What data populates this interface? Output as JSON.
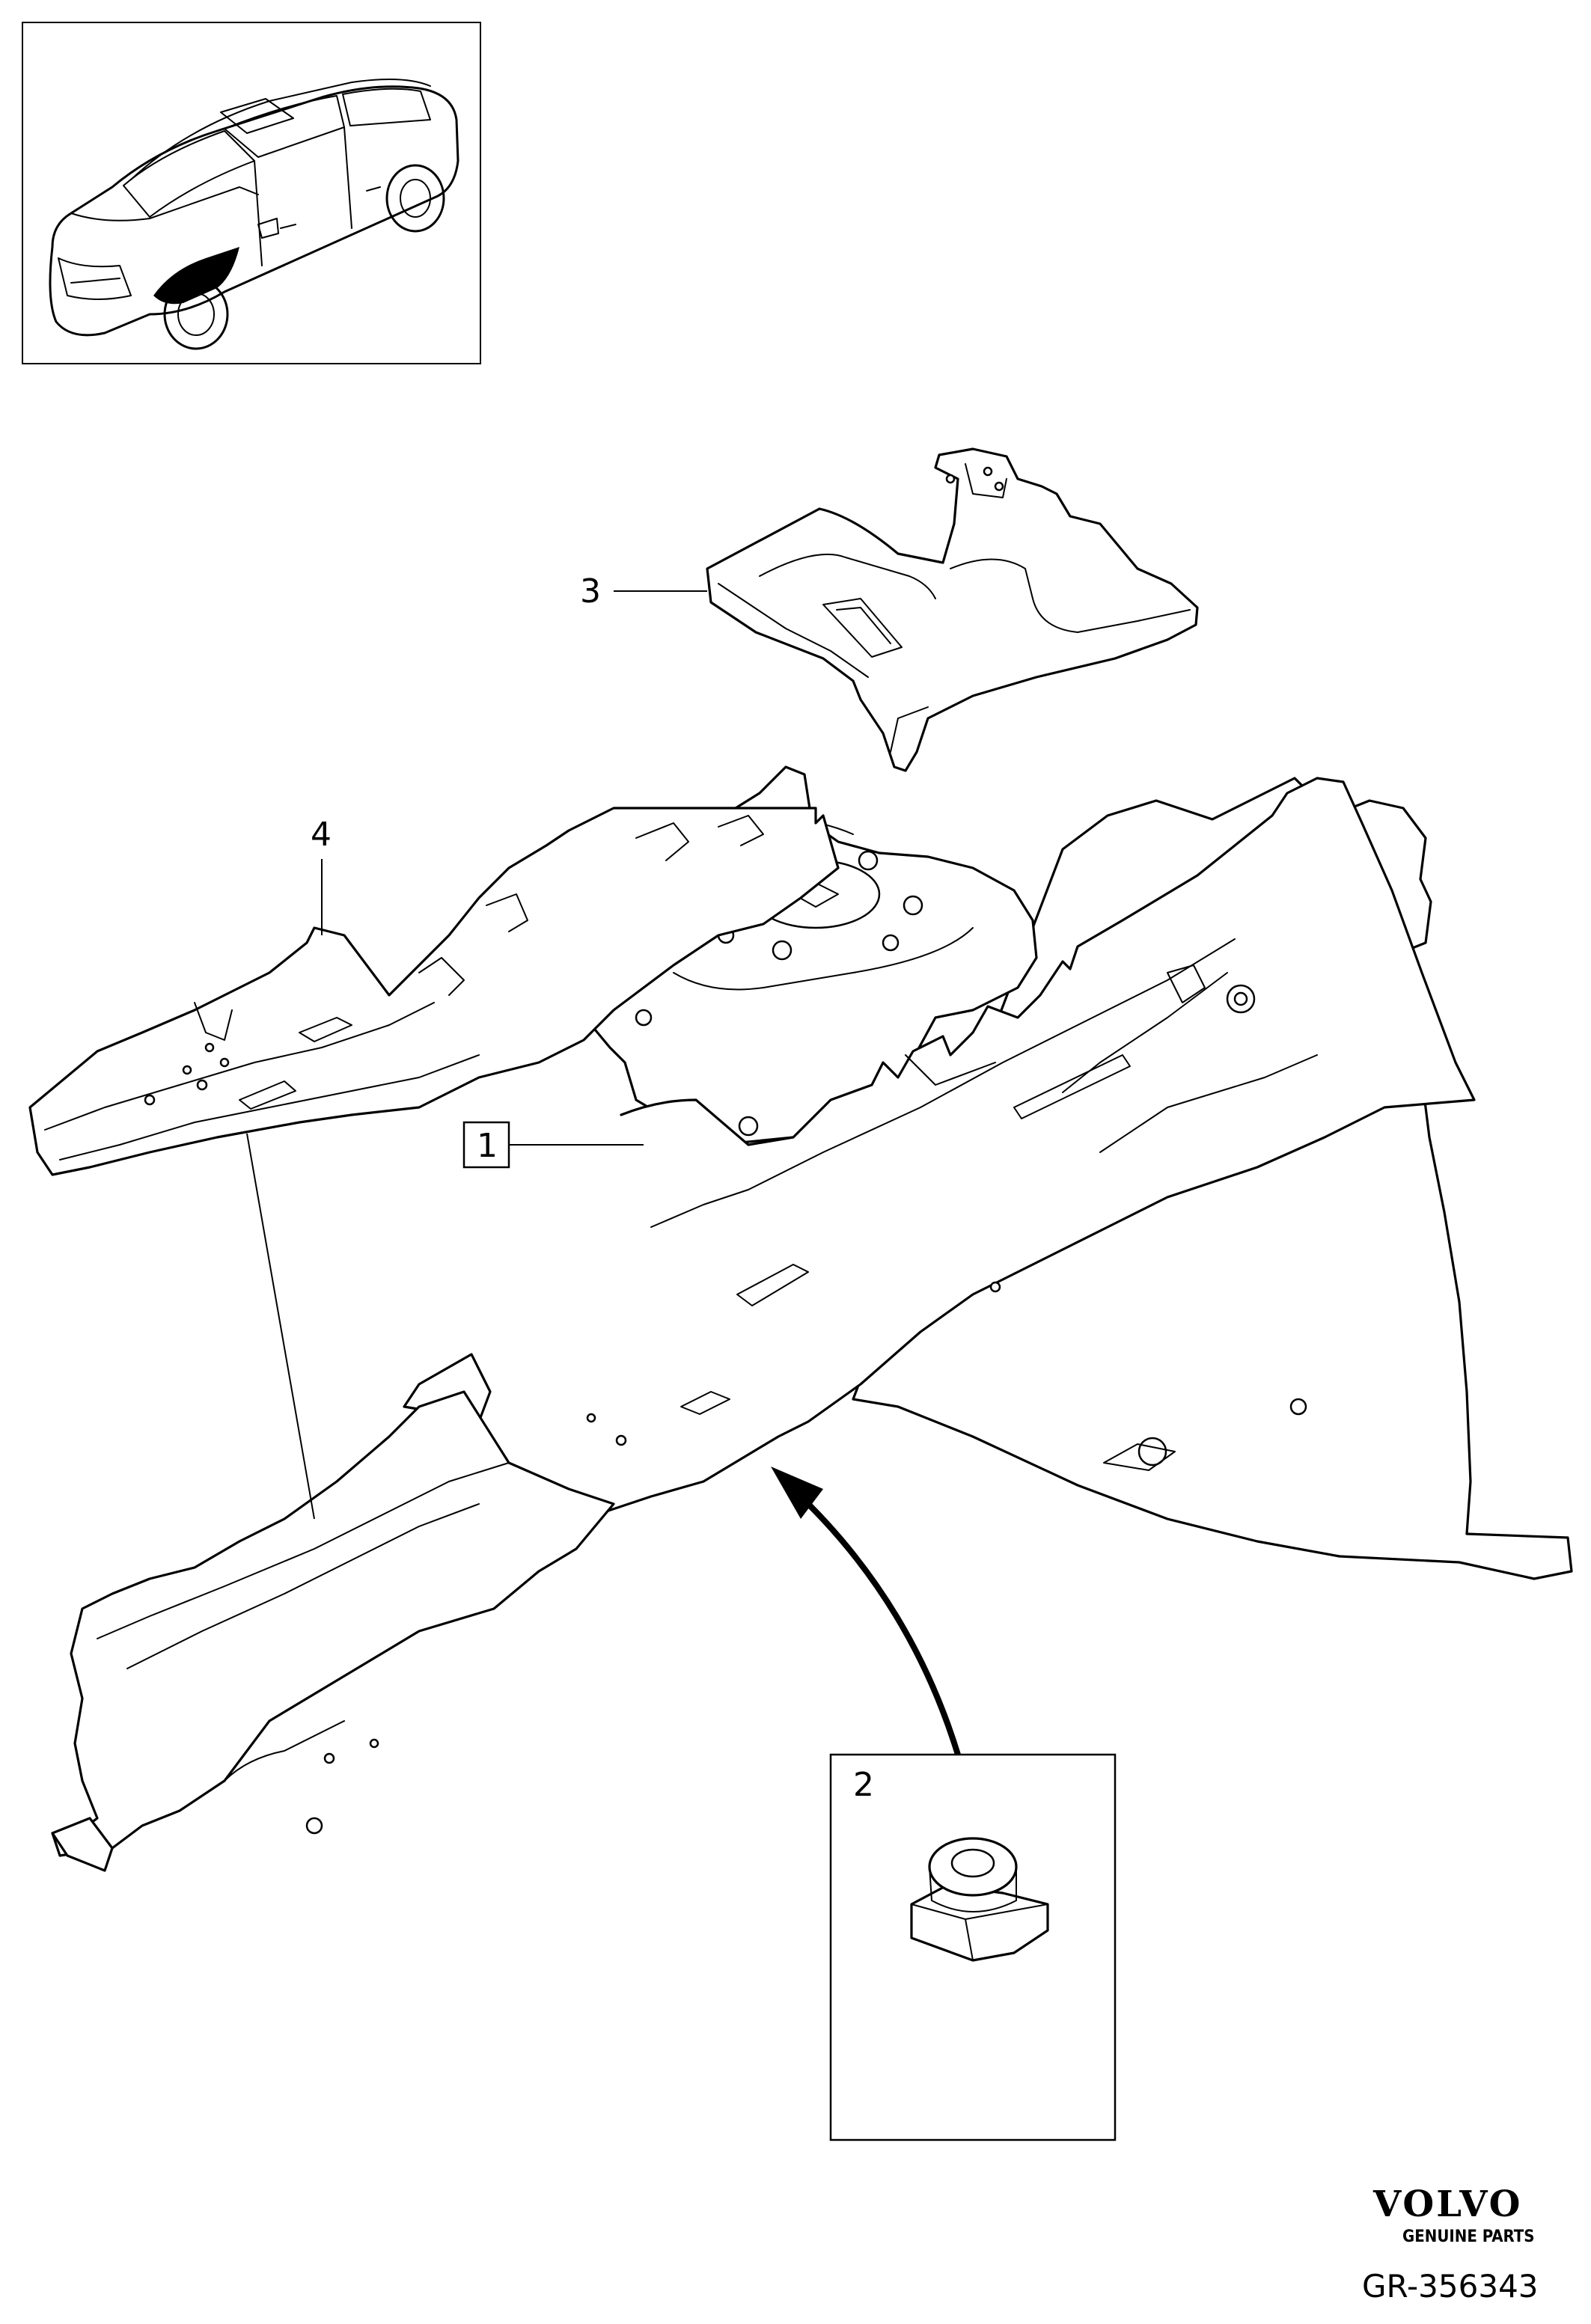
{
  "callouts": {
    "part1": "1",
    "part2": "2",
    "part3": "3",
    "part4": "4"
  },
  "brand": {
    "name": "VOLVO",
    "tagline": "GENUINE PARTS"
  },
  "reference": "GR-356343"
}
